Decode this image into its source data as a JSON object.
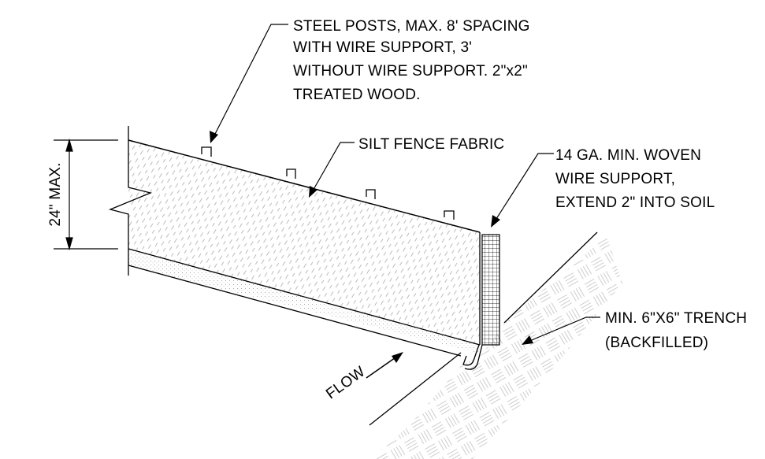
{
  "labels": {
    "steel_posts": [
      "STEEL POSTS, MAX. 8' SPACING",
      "WITH WIRE SUPPORT, 3'",
      "WITHOUT WIRE SUPPORT. 2\"x2\"",
      "TREATED WOOD."
    ],
    "silt_fence_fabric": "SILT FENCE FABRIC",
    "wire_support": [
      "14 GA. MIN. WOVEN",
      "WIRE  SUPPORT,",
      "EXTEND 2\" INTO SOIL"
    ],
    "trench": [
      "MIN. 6\"X6\" TRENCH",
      "(BACKFILLED)"
    ],
    "height_dimension": "24\" MAX.",
    "flow": "FLOW"
  },
  "colors": {
    "line": "#000000",
    "hatch": "#b5b5b5",
    "soil_hatch": "#c8c8c8"
  }
}
